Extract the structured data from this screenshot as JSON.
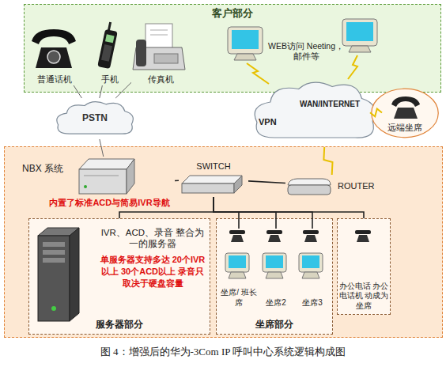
{
  "diagram": {
    "caption": "图 4：增强后的华为-3Com IP 呼叫中心系统逻辑构成图",
    "nodes": [
      {
        "text": [
          "客户部分"
        ]
      },
      {
        "text": [
          "普通话机"
        ],
        "in": 0
      },
      {
        "text": [
          "手机"
        ],
        "in": 0
      },
      {
        "text": [
          "传真机"
        ],
        "in": 0
      },
      {
        "text": [
          "PSTN"
        ]
      },
      {
        "text": [
          "VPN",
          "WAN/INTERNET"
        ]
      },
      {
        "text": [
          "远端坐席"
        ]
      },
      {
        "text": [
          "NBX 系统"
        ]
      },
      {
        "text": [
          "内置了标准ACD与简易IVR导航"
        ],
        "in": 7
      },
      {
        "text": [
          "SWITCH"
        ],
        "in": 7
      },
      {
        "text": [
          "ROUTER"
        ],
        "in": 7
      },
      {
        "text": [
          "IVR、ACD、录音 整合为一的服务器",
          "单服务器支持多达 20个IVR以上 30个ACD以上 录音只取决于硬盘容量",
          "服务器部分"
        ],
        "in": 7
      },
      {
        "text": [
          "坐席部分"
        ],
        "in": 7
      },
      {
        "text": [
          "坐席/ 班长席"
        ],
        "in": 12
      },
      {
        "text": [
          "坐席2"
        ],
        "in": 12
      },
      {
        "text": [
          "坐席3"
        ],
        "in": 12
      },
      {
        "text": [
          "办公电话 办公电话机 动成为坐席"
        ],
        "in": 7
      }
    ],
    "edges": [
      {
        "from": 1,
        "to": 4,
        "arrow": "none"
      },
      {
        "from": 2,
        "to": 4,
        "arrow": "none"
      },
      {
        "from": 3,
        "to": 4,
        "arrow": "none"
      },
      {
        "from": 4,
        "to": 8,
        "arrow": "none"
      },
      {
        "from": 6,
        "to": 5,
        "arrow": "none"
      },
      {
        "from": 5,
        "to": 10,
        "arrow": "none"
      },
      {
        "from": 9,
        "to": 8,
        "arrow": "none"
      },
      {
        "from": 9,
        "to": 10,
        "arrow": "none"
      },
      {
        "from": 9,
        "to": 11,
        "arrow": "none"
      },
      {
        "from": 9,
        "to": 13,
        "arrow": "none"
      },
      {
        "from": 9,
        "to": 14,
        "arrow": "none"
      },
      {
        "from": 9,
        "to": 15,
        "arrow": "none"
      },
      {
        "from": 9,
        "to": 16,
        "arrow": "none"
      }
    ],
    "labels": [
      "WEB访问 Neeting，邮件等"
    ]
  }
}
